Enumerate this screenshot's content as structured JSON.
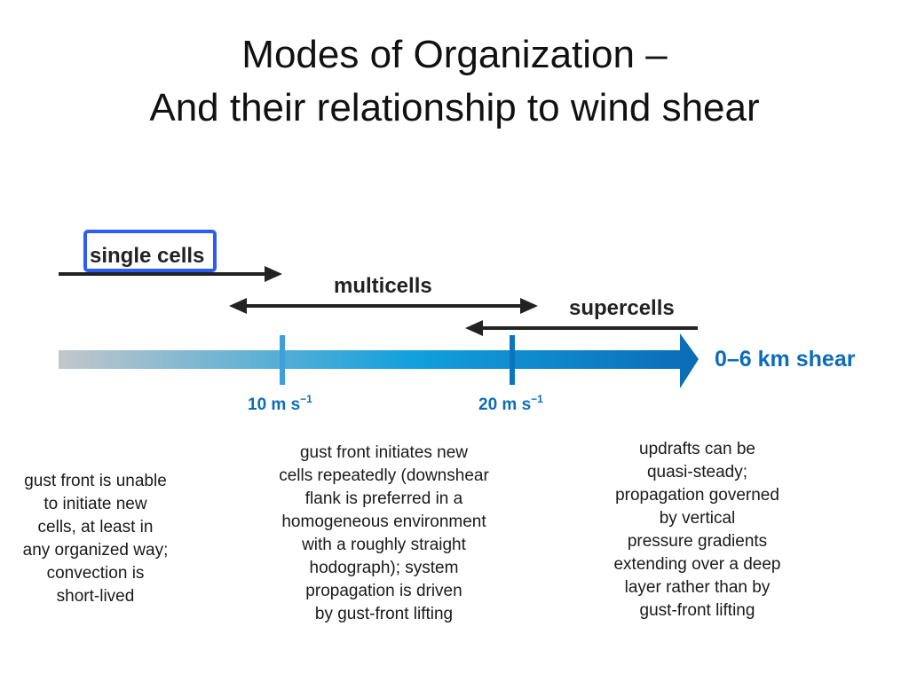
{
  "slide": {
    "title_line1": "Modes of Organization –",
    "title_line2": "And their relationship to wind shear"
  },
  "diagram": {
    "modes": [
      {
        "label": "single cells",
        "highlighted": true
      },
      {
        "label": "multicells",
        "highlighted": false
      },
      {
        "label": "supercells",
        "highlighted": false
      }
    ],
    "axis": {
      "label": "0–6 km shear",
      "ticks": [
        {
          "value": "10 m s",
          "exponent": "−1"
        },
        {
          "value": "20 m s",
          "exponent": "−1"
        }
      ],
      "gradient_colors": [
        "#c3c6cb",
        "#13a0dd",
        "#0a6cb6"
      ]
    },
    "highlight_color": "#2d5cf5",
    "descriptions": [
      {
        "lines": [
          "gust front is unable",
          "to initiate new",
          "cells, at least in",
          "any organized way;",
          "convection is",
          "short-lived"
        ]
      },
      {
        "lines": [
          "gust front initiates new",
          "cells repeatedly (downshear",
          "flank is preferred in a",
          "homogeneous environment",
          "with a roughly straight",
          "hodograph); system",
          "propagation is driven",
          "by gust-front lifting"
        ]
      },
      {
        "lines": [
          "updrafts can be",
          "quasi-steady;",
          "propagation governed",
          "by vertical",
          "pressure gradients",
          "extending over a deep",
          "layer rather than by",
          "gust-front lifting"
        ]
      }
    ]
  }
}
